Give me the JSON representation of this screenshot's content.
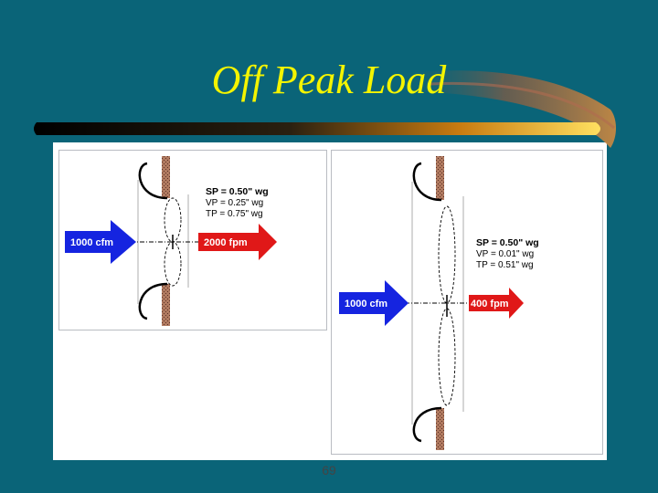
{
  "slide": {
    "title": "Off Peak Load",
    "page_number": "69"
  },
  "colors": {
    "background": "#0a6478",
    "title": "#f4f400",
    "inflow_arrow": "#1524e0",
    "outflow_arrow": "#e01818",
    "duct_wall": "#b07a60"
  },
  "panels": [
    {
      "inflow_label": "1000 cfm",
      "outflow_label": "2000 fpm",
      "sp": "SP = 0.50\" wg",
      "vp": "VP = 0.25\" wg",
      "tp": "TP = 0.75\" wg"
    },
    {
      "inflow_label": "1000 cfm",
      "outflow_label": "400 fpm",
      "sp": "SP = 0.50\" wg",
      "vp": "VP = 0.01\" wg",
      "tp": "TP = 0.51\" wg"
    }
  ]
}
